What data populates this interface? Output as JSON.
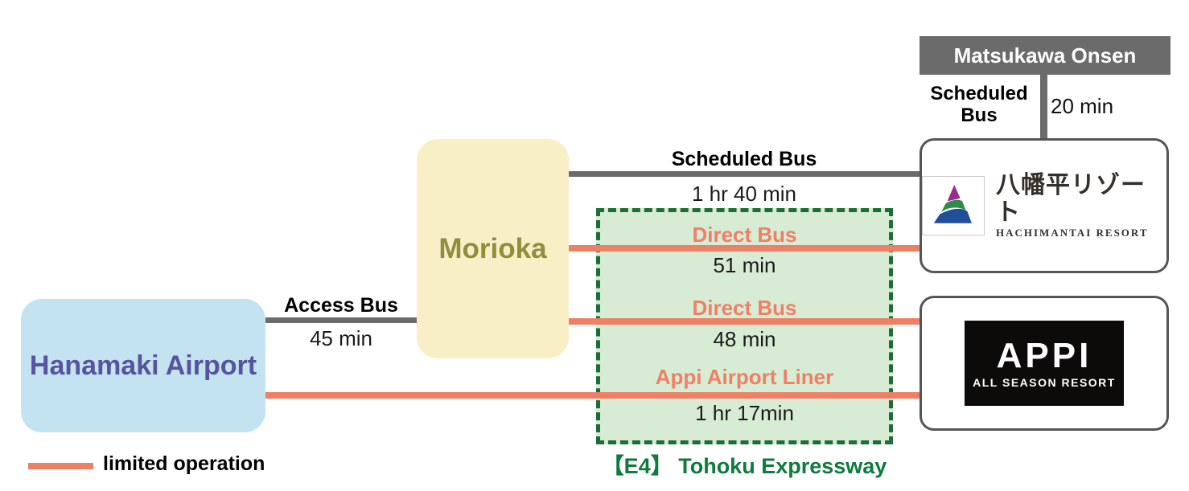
{
  "colors": {
    "line_gray": "#6b6b6b",
    "limited_operation_orange": "#ee8066",
    "expressway_fill": "#d8ebd4",
    "expressway_border": "#1b6e37",
    "expressway_text": "#0f7a3e",
    "morioka_bg": "#f9efc7",
    "morioka_text": "#8e8e3c",
    "hanamaki_bg": "#c2e3ef",
    "hanamaki_text": "#5853a0",
    "hachimantai_logo_purple": "#962d8f",
    "hachimantai_logo_green": "#2e8b49",
    "hachimantai_logo_blue": "#1f4e9a"
  },
  "nodes": {
    "matsukawa": {
      "label": "Matsukawa Onsen"
    },
    "morioka": {
      "label": "Morioka"
    },
    "hanamaki": {
      "label": "Hanamaki Airport"
    },
    "hachimantai": {
      "name_jp": "八幡平リゾート",
      "name_en": "HACHIMANTAI RESORT"
    },
    "appi": {
      "brand": "APPI",
      "subtitle": "ALL SEASON RESORT"
    }
  },
  "routes": {
    "matsukawa_bus": {
      "label_line1": "Scheduled",
      "label_line2": "Bus",
      "duration": "20 min"
    },
    "scheduled_bus": {
      "label": "Scheduled Bus",
      "duration": "1 hr 40 min"
    },
    "access_bus": {
      "label": "Access Bus",
      "duration": "45 min"
    },
    "direct_bus_hachimantai": {
      "label": "Direct Bus",
      "duration": "51 min"
    },
    "direct_bus_appi": {
      "label": "Direct Bus",
      "duration": "48 min"
    },
    "appi_airport_liner": {
      "label": "Appi Airport Liner",
      "duration": "1 hr 17min"
    }
  },
  "expressway": {
    "label": "【E4】 Tohoku Expressway"
  },
  "legend": {
    "label": "limited operation"
  }
}
